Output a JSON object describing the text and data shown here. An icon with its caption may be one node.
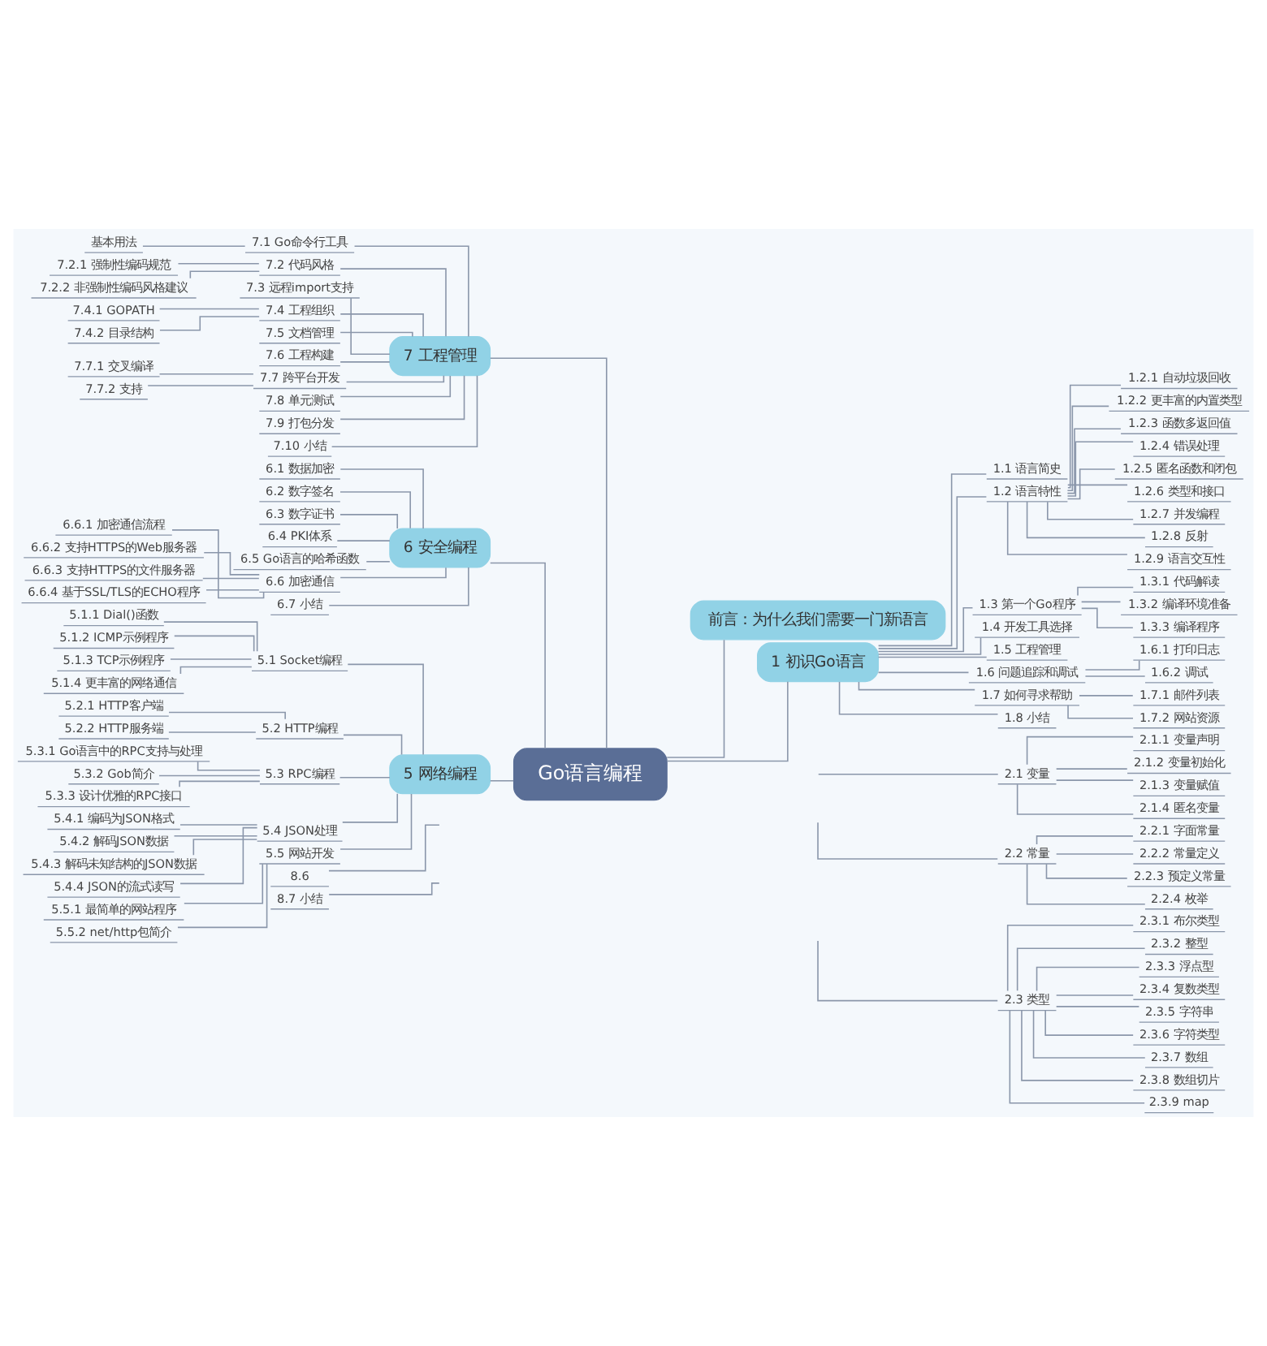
{
  "diagram": {
    "nodes": [
      {
        "text": [
          "Go语言编程"
        ]
      },
      {
        "text": [
          "前言：为什么我们需要一门新语言"
        ]
      },
      {
        "text": [
          "1 初识Go语言"
        ]
      },
      {
        "text": [
          "1.1 语言简史"
        ]
      },
      {
        "text": [
          "1.2 语言特性"
        ]
      },
      {
        "text": [
          "1.2.1 自动垃圾回收"
        ]
      },
      {
        "text": [
          "1.2.2 更丰富的内置类型"
        ]
      },
      {
        "text": [
          "1.2.3 函数多返回值"
        ]
      },
      {
        "text": [
          "1.2.4 错误处理"
        ]
      },
      {
        "text": [
          "1.2.5 匿名函数和闭包"
        ]
      },
      {
        "text": [
          "1.2.6 类型和接口"
        ]
      },
      {
        "text": [
          "1.2.7 并发编程"
        ]
      },
      {
        "text": [
          "1.2.8 反射"
        ]
      },
      {
        "text": [
          "1.2.9 语言交互性"
        ]
      },
      {
        "text": [
          "1.3 第一个Go程序"
        ]
      },
      {
        "text": [
          "1.3.1 代码解读"
        ]
      },
      {
        "text": [
          "1.3.2 编译环境准备"
        ]
      },
      {
        "text": [
          "1.3.3 编译程序"
        ]
      },
      {
        "text": [
          "1.4 开发工具选择"
        ]
      },
      {
        "text": [
          "1.5 工程管理"
        ]
      },
      {
        "text": [
          "1.6 问题追踪和调试"
        ]
      },
      {
        "text": [
          "1.6.1 打印日志"
        ]
      },
      {
        "text": [
          "1.6.2 调试"
        ]
      },
      {
        "text": [
          "1.7 如何寻求帮助"
        ]
      },
      {
        "text": [
          "1.7.1 邮件列表"
        ]
      },
      {
        "text": [
          "1.7.2 网站资源"
        ]
      },
      {
        "text": [
          "1.8 小结"
        ]
      },
      {
        "text": [
          "2.1 变量"
        ]
      },
      {
        "text": [
          "2.1.1 变量声明"
        ]
      },
      {
        "text": [
          "2.1.2 变量初始化"
        ]
      },
      {
        "text": [
          "2.1.3 变量赋值"
        ]
      },
      {
        "text": [
          "2.1.4 匿名变量"
        ]
      },
      {
        "text": [
          "2.2 常量"
        ]
      },
      {
        "text": [
          "2.2.1 字面常量"
        ]
      },
      {
        "text": [
          "2.2.2 常量定义"
        ]
      },
      {
        "text": [
          "2.2.3 预定义常量"
        ]
      },
      {
        "text": [
          "2.2.4 枚举"
        ]
      },
      {
        "text": [
          "2.3 类型"
        ]
      },
      {
        "text": [
          "2.3.1 布尔类型"
        ]
      },
      {
        "text": [
          "2.3.2 整型"
        ]
      },
      {
        "text": [
          "2.3.3 浮点型"
        ]
      },
      {
        "text": [
          "2.3.4 复数类型"
        ]
      },
      {
        "text": [
          "2.3.5 字符串"
        ]
      },
      {
        "text": [
          "2.3.6 字符类型"
        ]
      },
      {
        "text": [
          "2.3.7 数组"
        ]
      },
      {
        "text": [
          "2.3.8 数组切片"
        ]
      },
      {
        "text": [
          "2.3.9 map"
        ]
      },
      {
        "text": [
          "8.6"
        ]
      },
      {
        "text": [
          "8.7 小结"
        ]
      },
      {
        "text": [
          "7 工程管理"
        ]
      },
      {
        "text": [
          "7.1 Go命令行工具"
        ]
      },
      {
        "text": [
          "基本用法"
        ]
      },
      {
        "text": [
          "7.2 代码风格"
        ]
      },
      {
        "text": [
          "7.2.1 强制性编码规范"
        ]
      },
      {
        "text": [
          "7.2.2 非强制性编码风格建议"
        ]
      },
      {
        "text": [
          "7.3 远程import支持"
        ]
      },
      {
        "text": [
          "7.4 工程组织"
        ]
      },
      {
        "text": [
          "7.4.1 GOPATH"
        ]
      },
      {
        "text": [
          "7.4.2 目录结构"
        ]
      },
      {
        "text": [
          "7.5 文档管理"
        ]
      },
      {
        "text": [
          "7.6 工程构建"
        ]
      },
      {
        "text": [
          "7.7 跨平台开发"
        ]
      },
      {
        "text": [
          "7.7.1 交叉编译"
        ]
      },
      {
        "text": [
          "7.7.2 支持"
        ]
      },
      {
        "text": [
          "7.8 单元测试"
        ]
      },
      {
        "text": [
          "7.9 打包分发"
        ]
      },
      {
        "text": [
          "7.10 小结"
        ]
      },
      {
        "text": [
          "6 安全编程"
        ]
      },
      {
        "text": [
          "6.1 数据加密"
        ]
      },
      {
        "text": [
          "6.2 数字签名"
        ]
      },
      {
        "text": [
          "6.3 数字证书"
        ]
      },
      {
        "text": [
          "6.4 PKI体系"
        ]
      },
      {
        "text": [
          "6.5 Go语言的哈希函数"
        ]
      },
      {
        "text": [
          "6.6 加密通信"
        ]
      },
      {
        "text": [
          "6.6.1 加密通信流程"
        ]
      },
      {
        "text": [
          "6.6.2 支持HTTPS的Web服务器"
        ]
      },
      {
        "text": [
          "6.6.3 支持HTTPS的文件服务器"
        ]
      },
      {
        "text": [
          "6.6.4 基于SSL/TLS的ECHO程序"
        ]
      },
      {
        "text": [
          "6.7 小结"
        ]
      },
      {
        "text": [
          "5 网络编程"
        ]
      },
      {
        "text": [
          "5.1 Socket编程"
        ]
      },
      {
        "text": [
          "5.1.1 Dial()函数"
        ]
      },
      {
        "text": [
          "5.1.2 ICMP示例程序"
        ]
      },
      {
        "text": [
          "5.1.3 TCP示例程序"
        ]
      },
      {
        "text": [
          "5.1.4 更丰富的网络通信"
        ]
      },
      {
        "text": [
          "5.2 HTTP编程"
        ]
      },
      {
        "text": [
          "5.2.1 HTTP客户端"
        ]
      },
      {
        "text": [
          "5.2.2 HTTP服务端"
        ]
      },
      {
        "text": [
          "5.3 RPC编程"
        ]
      },
      {
        "text": [
          "5.3.1 Go语言中的RPC支持与处理"
        ]
      },
      {
        "text": [
          "5.3.2 Gob简介"
        ]
      },
      {
        "text": [
          "5.3.3 设计优雅的RPC接口"
        ]
      },
      {
        "text": [
          "5.4 JSON处理"
        ]
      },
      {
        "text": [
          "5.4.1 编码为JSON格式"
        ]
      },
      {
        "text": [
          "5.4.2 解码JSON数据"
        ]
      },
      {
        "text": [
          "5.4.3 解码未知结构的JSON数据"
        ]
      },
      {
        "text": [
          "5.4.4 JSON的流式读写"
        ]
      },
      {
        "text": [
          "5.5 网站开发"
        ]
      },
      {
        "text": [
          "5.5.1 最简单的网站程序"
        ]
      },
      {
        "text": [
          "5.5.2 net/http包简介"
        ]
      }
    ],
    "edges": [
      {
        "from": 0,
        "to": 1,
        "arrow": "none"
      },
      {
        "from": 0,
        "to": 2,
        "arrow": "none"
      },
      {
        "from": 2,
        "to": 3,
        "arrow": "none"
      },
      {
        "from": 2,
        "to": 4,
        "arrow": "none"
      },
      {
        "from": 4,
        "to": 5,
        "arrow": "none"
      },
      {
        "from": 4,
        "to": 6,
        "arrow": "none"
      },
      {
        "from": 4,
        "to": 7,
        "arrow": "none"
      },
      {
        "from": 4,
        "to": 8,
        "arrow": "none"
      },
      {
        "from": 4,
        "to": 9,
        "arrow": "none"
      },
      {
        "from": 4,
        "to": 10,
        "arrow": "none"
      },
      {
        "from": 4,
        "to": 11,
        "arrow": "none"
      },
      {
        "from": 4,
        "to": 12,
        "arrow": "none"
      },
      {
        "from": 4,
        "to": 13,
        "arrow": "none"
      },
      {
        "from": 2,
        "to": 14,
        "arrow": "none"
      },
      {
        "from": 14,
        "to": 15,
        "arrow": "none"
      },
      {
        "from": 14,
        "to": 16,
        "arrow": "none"
      },
      {
        "from": 14,
        "to": 17,
        "arrow": "none"
      },
      {
        "from": 2,
        "to": 18,
        "arrow": "none"
      },
      {
        "from": 2,
        "to": 19,
        "arrow": "none"
      },
      {
        "from": 2,
        "to": 20,
        "arrow": "none"
      },
      {
        "from": 20,
        "to": 21,
        "arrow": "none"
      },
      {
        "from": 20,
        "to": 22,
        "arrow": "none"
      },
      {
        "from": 2,
        "to": 23,
        "arrow": "none"
      },
      {
        "from": 23,
        "to": 24,
        "arrow": "none"
      },
      {
        "from": 23,
        "to": 25,
        "arrow": "none"
      },
      {
        "from": 2,
        "to": 26,
        "arrow": "none"
      },
      {
        "from": null,
        "to": 27,
        "arrow": "none"
      },
      {
        "from": 27,
        "to": 28,
        "arrow": "none"
      },
      {
        "from": 27,
        "to": 29,
        "arrow": "none"
      },
      {
        "from": 27,
        "to": 30,
        "arrow": "none"
      },
      {
        "from": 27,
        "to": 31,
        "arrow": "none"
      },
      {
        "from": null,
        "to": 32,
        "arrow": "none"
      },
      {
        "from": 32,
        "to": 33,
        "arrow": "none"
      },
      {
        "from": 32,
        "to": 34,
        "arrow": "none"
      },
      {
        "from": 32,
        "to": 35,
        "arrow": "none"
      },
      {
        "from": 32,
        "to": 36,
        "arrow": "none"
      },
      {
        "from": null,
        "to": 37,
        "arrow": "none"
      },
      {
        "from": 37,
        "to": 38,
        "arrow": "none"
      },
      {
        "from": 37,
        "to": 39,
        "arrow": "none"
      },
      {
        "from": 37,
        "to": 40,
        "arrow": "none"
      },
      {
        "from": 37,
        "to": 41,
        "arrow": "none"
      },
      {
        "from": 37,
        "to": 42,
        "arrow": "none"
      },
      {
        "from": 37,
        "to": 43,
        "arrow": "none"
      },
      {
        "from": 37,
        "to": 44,
        "arrow": "none"
      },
      {
        "from": 37,
        "to": 45,
        "arrow": "none"
      },
      {
        "from": 37,
        "to": 46,
        "arrow": "none"
      },
      {
        "from": null,
        "to": 47,
        "arrow": "none"
      },
      {
        "from": null,
        "to": 48,
        "arrow": "none"
      },
      {
        "from": 0,
        "to": 49,
        "arrow": "none"
      },
      {
        "from": 49,
        "to": 50,
        "arrow": "none"
      },
      {
        "from": 50,
        "to": 51,
        "arrow": "none"
      },
      {
        "from": 49,
        "to": 52,
        "arrow": "none"
      },
      {
        "from": 52,
        "to": 53,
        "arrow": "none"
      },
      {
        "from": 52,
        "to": 54,
        "arrow": "none"
      },
      {
        "from": 49,
        "to": 55,
        "arrow": "none"
      },
      {
        "from": 49,
        "to": 56,
        "arrow": "none"
      },
      {
        "from": 56,
        "to": 57,
        "arrow": "none"
      },
      {
        "from": 56,
        "to": 58,
        "arrow": "none"
      },
      {
        "from": 49,
        "to": 59,
        "arrow": "none"
      },
      {
        "from": 49,
        "to": 60,
        "arrow": "none"
      },
      {
        "from": 49,
        "to": 61,
        "arrow": "none"
      },
      {
        "from": 61,
        "to": 62,
        "arrow": "none"
      },
      {
        "from": 61,
        "to": 63,
        "arrow": "none"
      },
      {
        "from": 49,
        "to": 64,
        "arrow": "none"
      },
      {
        "from": 49,
        "to": 65,
        "arrow": "none"
      },
      {
        "from": 49,
        "to": 66,
        "arrow": "none"
      },
      {
        "from": 0,
        "to": 67,
        "arrow": "none"
      },
      {
        "from": 67,
        "to": 68,
        "arrow": "none"
      },
      {
        "from": 67,
        "to": 69,
        "arrow": "none"
      },
      {
        "from": 67,
        "to": 70,
        "arrow": "none"
      },
      {
        "from": 67,
        "to": 71,
        "arrow": "none"
      },
      {
        "from": 67,
        "to": 72,
        "arrow": "none"
      },
      {
        "from": 67,
        "to": 73,
        "arrow": "none"
      },
      {
        "from": 73,
        "to": 74,
        "arrow": "none"
      },
      {
        "from": 73,
        "to": 75,
        "arrow": "none"
      },
      {
        "from": 73,
        "to": 76,
        "arrow": "none"
      },
      {
        "from": 73,
        "to": 77,
        "arrow": "none"
      },
      {
        "from": 67,
        "to": 78,
        "arrow": "none"
      },
      {
        "from": 0,
        "to": 79,
        "arrow": "none"
      },
      {
        "from": 79,
        "to": 80,
        "arrow": "none"
      },
      {
        "from": 80,
        "to": 81,
        "arrow": "none"
      },
      {
        "from": 80,
        "to": 82,
        "arrow": "none"
      },
      {
        "from": 80,
        "to": 83,
        "arrow": "none"
      },
      {
        "from": 80,
        "to": 84,
        "arrow": "none"
      },
      {
        "from": 79,
        "to": 85,
        "arrow": "none"
      },
      {
        "from": 85,
        "to": 86,
        "arrow": "none"
      },
      {
        "from": 85,
        "to": 87,
        "arrow": "none"
      },
      {
        "from": 79,
        "to": 88,
        "arrow": "none"
      },
      {
        "from": 88,
        "to": 89,
        "arrow": "none"
      },
      {
        "from": 88,
        "to": 90,
        "arrow": "none"
      },
      {
        "from": 88,
        "to": 91,
        "arrow": "none"
      },
      {
        "from": 79,
        "to": 92,
        "arrow": "none"
      },
      {
        "from": 92,
        "to": 93,
        "arrow": "none"
      },
      {
        "from": 92,
        "to": 94,
        "arrow": "none"
      },
      {
        "from": 92,
        "to": 95,
        "arrow": "none"
      },
      {
        "from": 92,
        "to": 96,
        "arrow": "none"
      },
      {
        "from": 79,
        "to": 97,
        "arrow": "none"
      },
      {
        "from": 97,
        "to": 98,
        "arrow": "none"
      },
      {
        "from": 97,
        "to": 99,
        "arrow": "none"
      }
    ]
  }
}
